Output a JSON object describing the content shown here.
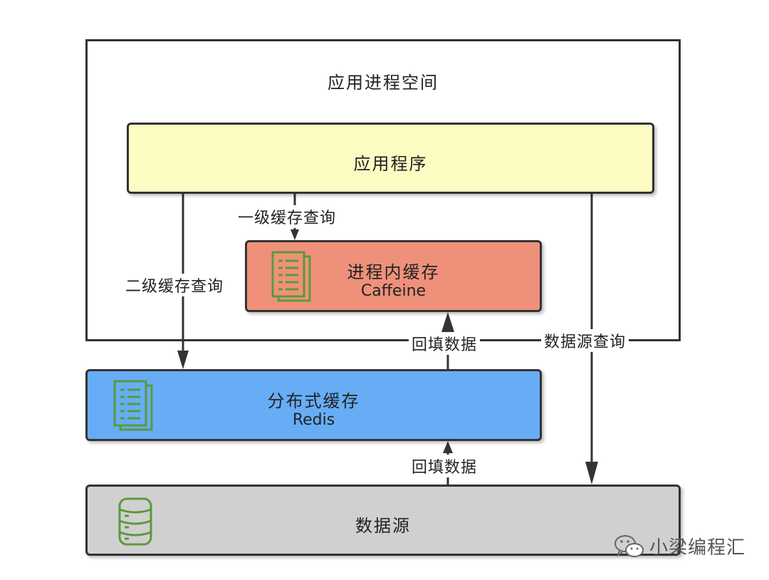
{
  "process_space": {
    "label": "应用进程空间"
  },
  "nodes": {
    "app": {
      "label": "应用程序"
    },
    "local_cache": {
      "label": "进程内缓存",
      "sub": "Caffeine"
    },
    "redis": {
      "label": "分布式缓存",
      "sub": "Redis"
    },
    "datasource": {
      "label": "数据源"
    }
  },
  "edges": {
    "l1_query": "一级缓存查询",
    "l2_query": "二级缓存查询",
    "ds_query": "数据源查询",
    "backfill_local": "回填数据",
    "backfill_redis": "回填数据"
  },
  "watermark": {
    "text": "小梁编程汇"
  },
  "colors": {
    "app": "#fdfcc3",
    "local_cache": "#ef917a",
    "redis": "#67adf6",
    "datasource": "#d0d0d0",
    "icon_green": "#5a9a3a"
  }
}
